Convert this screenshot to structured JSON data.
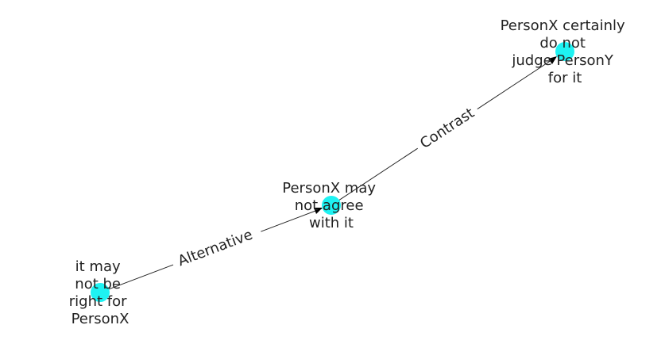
{
  "colors": {
    "node": "#1ef2f2",
    "edge": "#222222",
    "text": "#222222"
  },
  "nodes": {
    "n1": {
      "lines": [
        "it may",
        "not be",
        "right for",
        "PersonX"
      ]
    },
    "n2": {
      "lines": [
        "PersonX may",
        "not agree",
        "with it"
      ]
    },
    "n3": {
      "lines": [
        "PersonX certainly",
        "do not",
        "judge PersonY",
        "for it"
      ]
    }
  },
  "edges": {
    "e1": {
      "label": "Alternative"
    },
    "e2": {
      "label": "Contrast"
    }
  }
}
